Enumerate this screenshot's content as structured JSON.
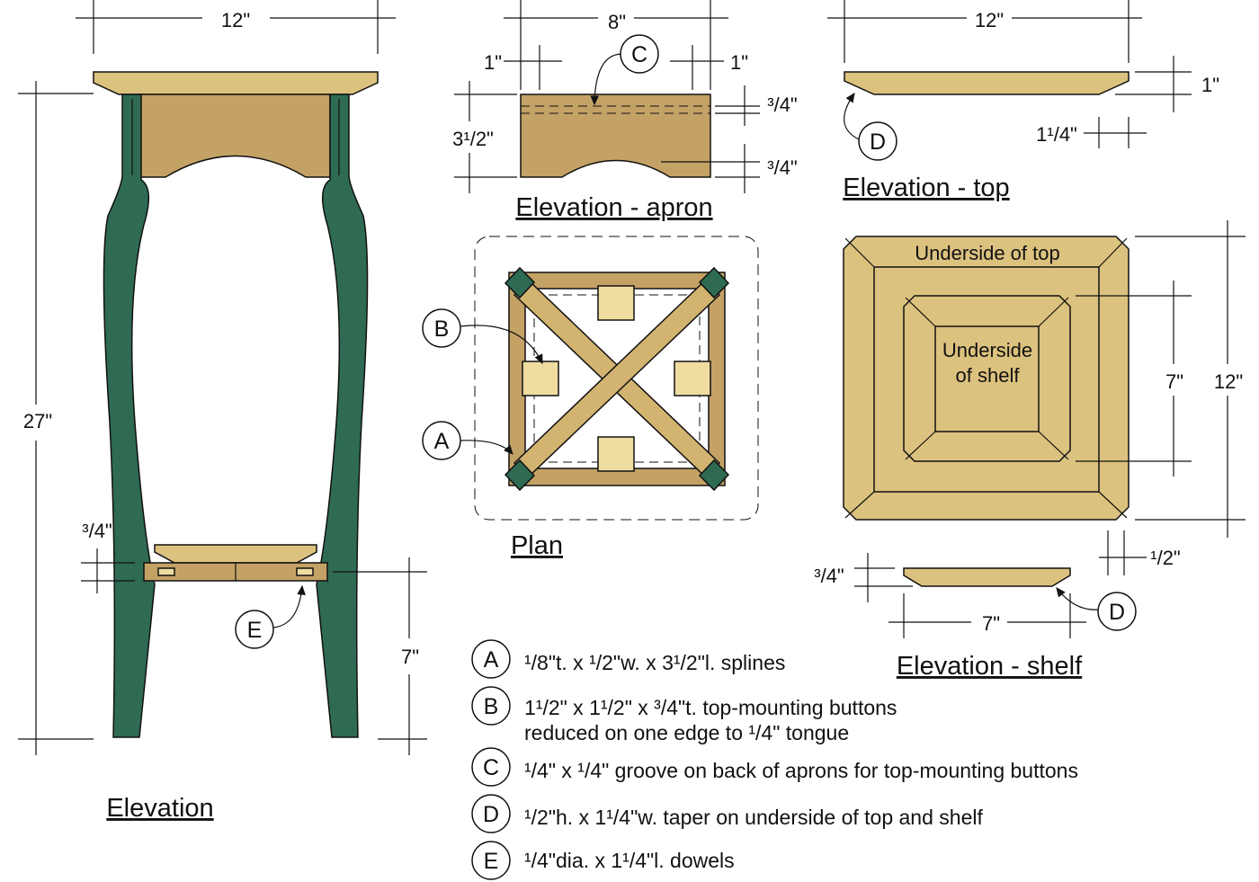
{
  "colors": {
    "leg_green": "#2f6b52",
    "apron_tan": "#c4a266",
    "top_tan": "#dcc27f",
    "button": "#efdca0"
  },
  "elevation": {
    "title": "Elevation",
    "dim_width": "12\"",
    "dim_height": "27\"",
    "dim_shelf_thick": "³/4\"",
    "dim_shelf_height": "7\"",
    "callout_e": "E"
  },
  "apron": {
    "title": "Elevation - apron",
    "dim_length": "8\"",
    "dim_left": "1\"",
    "dim_right": "1\"",
    "dim_height": "3¹/2\"",
    "dim_groove_top": "³/4\"",
    "dim_groove_bottom": "³/4\"",
    "callout_c": "C"
  },
  "top": {
    "title": "Elevation - top",
    "dim_width": "12\"",
    "dim_thick": "1\"",
    "dim_taper": "1¹/4\"",
    "callout_d": "D"
  },
  "plan": {
    "title": "Plan",
    "callout_a": "A",
    "callout_b": "B"
  },
  "underside": {
    "top_label": "Underside of top",
    "shelf_label_1": "Underside",
    "shelf_label_2": "of shelf",
    "dim_shelf": "7\"",
    "dim_top": "12\""
  },
  "shelf": {
    "title": "Elevation - shelf",
    "dim_width": "7\"",
    "dim_thick": "³/4\"",
    "dim_taper": "¹/2\"",
    "callout_d": "D"
  },
  "legend": [
    {
      "key": "A",
      "lines": [
        "¹/8\"t. x ¹/2\"w. x 3¹/2\"l. splines"
      ]
    },
    {
      "key": "B",
      "lines": [
        "1¹/2\" x 1¹/2\" x ³/4\"t. top-mounting buttons",
        "reduced on one edge to ¹/4\" tongue"
      ]
    },
    {
      "key": "C",
      "lines": [
        "¹/4\" x ¹/4\" groove on back of aprons for top-mounting buttons"
      ]
    },
    {
      "key": "D",
      "lines": [
        "¹/2\"h. x 1¹/4\"w. taper on underside of top and shelf"
      ]
    },
    {
      "key": "E",
      "lines": [
        "¹/4\"dia. x 1¹/4\"l. dowels"
      ]
    }
  ]
}
